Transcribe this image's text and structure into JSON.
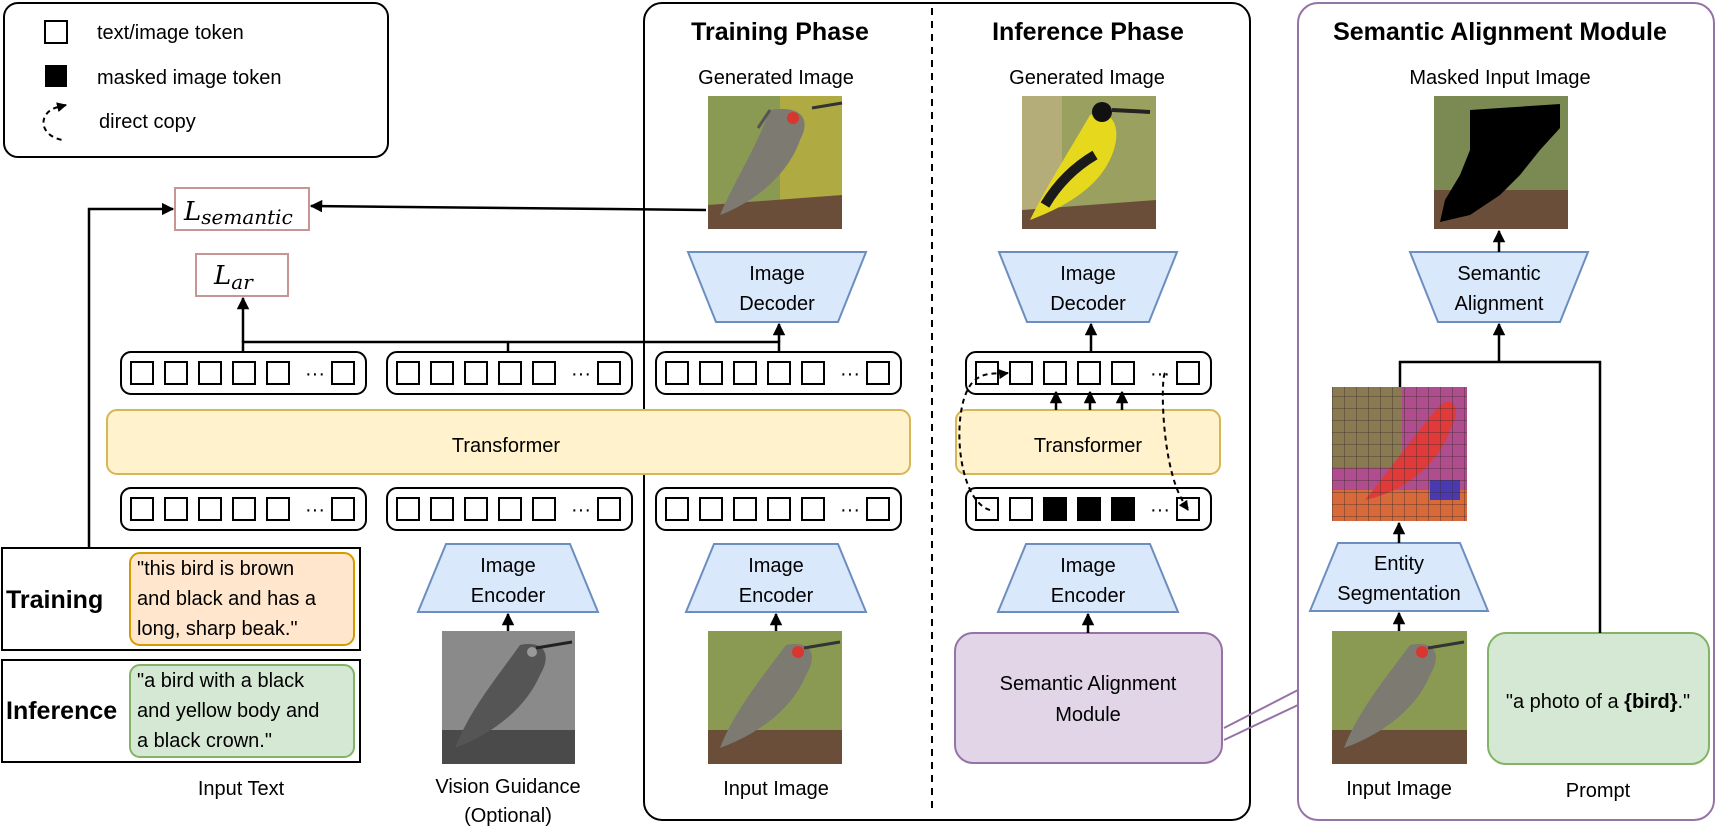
{
  "legend": {
    "items": [
      {
        "label": "text/image token",
        "icon": "white-square-icon"
      },
      {
        "label": "masked image token",
        "icon": "black-square-icon"
      },
      {
        "label": "direct copy",
        "icon": "dashed-curved-arrow-icon"
      }
    ]
  },
  "losses": {
    "semantic": {
      "symbol": "L",
      "subscript": "semantic"
    },
    "ar": {
      "symbol": "L",
      "subscript": "ar"
    }
  },
  "panels": {
    "training": {
      "title": "Training Phase",
      "generated_label": "Generated Image",
      "decoder_label": [
        "Image",
        "Decoder"
      ],
      "encoder_label": [
        "Image",
        "Encoder"
      ],
      "input_label": "Input Image"
    },
    "inference": {
      "title": "Inference Phase",
      "generated_label": "Generated Image",
      "decoder_label": [
        "Image",
        "Decoder"
      ],
      "encoder_label": [
        "Image",
        "Encoder"
      ],
      "transformer_label": "Transformer",
      "sam_label": [
        "Semantic Alignment",
        "Module"
      ]
    },
    "sam": {
      "title": "Semantic Alignment Module",
      "masked_label": "Masked Input Image",
      "alignment_label": [
        "Semantic",
        "Alignment"
      ],
      "segmentation_label": [
        "Entity",
        "Segmentation"
      ],
      "input_label": "Input Image",
      "prompt_label": "Prompt",
      "prompt_text_prefix": "\"a photo of a ",
      "prompt_text_bold": "{bird}",
      "prompt_text_suffix": ".\""
    }
  },
  "left": {
    "transformer_label": "Transformer",
    "vision_encoder_label": [
      "Image",
      "Encoder"
    ],
    "input_text_label": "Input Text",
    "vision_guidance_label": [
      "Vision Guidance",
      "(Optional)"
    ],
    "training": {
      "label": "Training",
      "caption": [
        "\"this bird is brown",
        "and black and has a",
        "long, sharp beak.\""
      ]
    },
    "inference": {
      "label": "Inference",
      "caption": [
        "\"a bird with a black",
        "and yellow body and",
        "a black crown.\""
      ]
    }
  },
  "colors": {
    "blue_fill": "#dae8fc",
    "blue_stroke": "#6c8ebf",
    "yellow_fill": "#fff2cc",
    "yellow_stroke": "#d6b656",
    "orange_fill": "#ffe6cc",
    "orange_stroke": "#d79b00",
    "green_fill": "#d5e8d4",
    "green_stroke": "#82b366",
    "purple_fill": "#e1d5e7",
    "purple_stroke": "#9673a6",
    "loss_stroke": "#b85450"
  }
}
